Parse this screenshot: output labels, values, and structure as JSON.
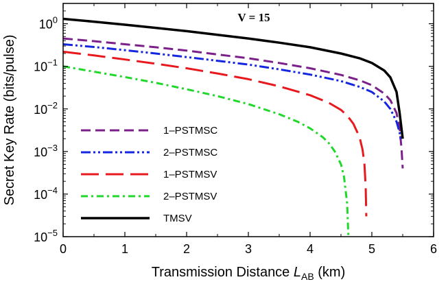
{
  "chart_data": {
    "type": "line",
    "title": "",
    "annotation": "V = 15",
    "xlabel": {
      "main": "Transmission Distance ",
      "var": "L",
      "sub": "AB",
      "unit": " (km)"
    },
    "ylabel": "Secret Key Rate (bits/pulse)",
    "xlim": [
      0,
      6
    ],
    "ylim": [
      1e-05,
      3
    ],
    "yscale": "log",
    "xticks": [
      "0",
      "1",
      "2",
      "3",
      "4",
      "5",
      "6"
    ],
    "yticks": [
      {
        "value": 1,
        "base": "10",
        "exp": "0"
      },
      {
        "value": 0.1,
        "base": "10",
        "exp": "-1"
      },
      {
        "value": 0.01,
        "base": "10",
        "exp": "-2"
      },
      {
        "value": 0.001,
        "base": "10",
        "exp": "-3"
      },
      {
        "value": 0.0001,
        "base": "10",
        "exp": "-4"
      },
      {
        "value": 1e-05,
        "base": "10",
        "exp": "-5"
      }
    ],
    "legend_position": "bottom-left",
    "series": [
      {
        "name": "1–PSTMSC",
        "color": "#7B1F8A",
        "dash": "14 7",
        "width": 3,
        "x": [
          0,
          0.5,
          1,
          1.5,
          2,
          2.5,
          3,
          3.5,
          4,
          4.5,
          4.8,
          5.0,
          5.2,
          5.3,
          5.4,
          5.45,
          5.48,
          5.5
        ],
        "y": [
          0.45,
          0.39,
          0.33,
          0.28,
          0.235,
          0.19,
          0.155,
          0.12,
          0.09,
          0.063,
          0.047,
          0.036,
          0.023,
          0.016,
          0.008,
          0.0035,
          0.0012,
          0.0004
        ]
      },
      {
        "name": "2–PSTMSC",
        "color": "#1426E0",
        "dash": "14 4 3 4 3 4",
        "width": 3,
        "x": [
          0,
          0.5,
          1,
          1.5,
          2,
          2.5,
          3,
          3.5,
          4,
          4.5,
          4.8,
          5.0,
          5.2,
          5.3,
          5.4,
          5.45,
          5.47
        ],
        "y": [
          0.33,
          0.285,
          0.24,
          0.2,
          0.165,
          0.135,
          0.11,
          0.085,
          0.064,
          0.045,
          0.033,
          0.025,
          0.015,
          0.01,
          0.005,
          0.0028,
          0.0018
        ]
      },
      {
        "name": "1–PSTMSV",
        "color": "#E8191E",
        "dash": "26 10",
        "width": 3,
        "x": [
          0,
          0.5,
          1,
          1.5,
          2,
          2.5,
          3,
          3.5,
          4,
          4.3,
          4.5,
          4.6,
          4.7,
          4.8,
          4.85,
          4.88,
          4.9,
          4.91
        ],
        "y": [
          0.22,
          0.18,
          0.145,
          0.115,
          0.09,
          0.068,
          0.05,
          0.034,
          0.021,
          0.014,
          0.0095,
          0.007,
          0.0045,
          0.0022,
          0.0011,
          0.0005,
          0.00015,
          3e-05
        ]
      },
      {
        "name": "2–PSTMSV",
        "color": "#20D82A",
        "dash": "10 5 3 5",
        "width": 3,
        "x": [
          0,
          0.5,
          1,
          1.5,
          2,
          2.5,
          3,
          3.5,
          3.8,
          4.0,
          4.2,
          4.3,
          4.4,
          4.5,
          4.55,
          4.6,
          4.62
        ],
        "y": [
          0.1,
          0.075,
          0.056,
          0.041,
          0.029,
          0.02,
          0.013,
          0.0075,
          0.005,
          0.0035,
          0.0022,
          0.0016,
          0.001,
          0.0005,
          0.00025,
          6e-05,
          1e-05
        ]
      },
      {
        "name": "TMSV",
        "color": "#000000",
        "dash": "",
        "width": 3.5,
        "x": [
          0,
          0.5,
          1,
          1.5,
          2,
          2.5,
          3,
          3.5,
          4,
          4.5,
          4.8,
          5.0,
          5.2,
          5.3,
          5.4,
          5.45,
          5.5
        ],
        "y": [
          1.3,
          1.12,
          0.95,
          0.8,
          0.67,
          0.55,
          0.45,
          0.36,
          0.28,
          0.2,
          0.155,
          0.12,
          0.08,
          0.055,
          0.025,
          0.008,
          0.002
        ]
      }
    ]
  }
}
